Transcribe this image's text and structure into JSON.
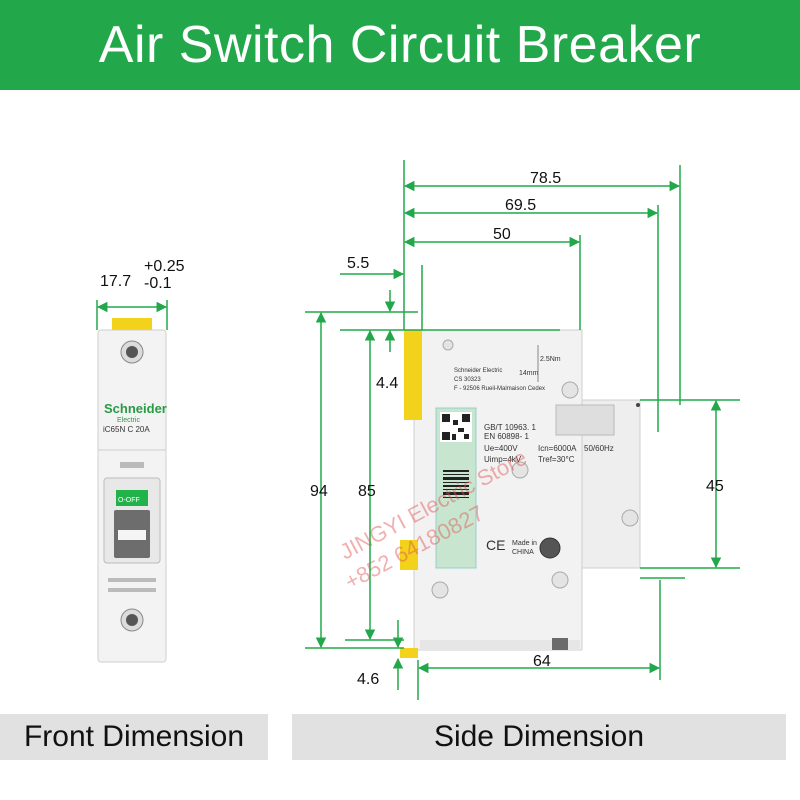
{
  "title": "Air Switch Circuit Breaker",
  "labels": {
    "front": "Front Dimension",
    "side": "Side Dimension"
  },
  "colors": {
    "green": "#22a84a",
    "dim_line": "#22a84a",
    "label_bg": "#e1e1e1",
    "yellow": "#f2d21a"
  },
  "front": {
    "width_value": "17.7",
    "tol_plus": "+0.25",
    "tol_minus": "-0.1",
    "brand": "Schneider",
    "brand_sub": "Electric",
    "model": "iC65N C 20A",
    "switch_text": "O-OFF"
  },
  "side": {
    "dims": {
      "d78": "78.5",
      "d69": "69.5",
      "d50": "50",
      "d55": "5.5",
      "d44": "4.4",
      "d94": "94",
      "d85": "85",
      "d45": "45",
      "d64": "64",
      "d46": "4.6"
    },
    "text_lines": {
      "torque": "2.5Nm",
      "strip": "14mm",
      "maker": "Schneider Electric",
      "cs": "CS 30323",
      "addr": "F - 92506 Rueil-Malmaison Cedex",
      "std1": "GB/T 10963. 1",
      "std2": "EN 60898- 1",
      "ue": "Ue=400V",
      "icn": "Icn=6000A",
      "hz": "50/60Hz",
      "uimp": "Uimp=4kV",
      "tref": "Tref=30°C",
      "madein": "Made in",
      "country": "CHINA",
      "ce": "CE"
    },
    "watermark1": "JINGYI Electric Store",
    "watermark2": "+852 64180827"
  }
}
